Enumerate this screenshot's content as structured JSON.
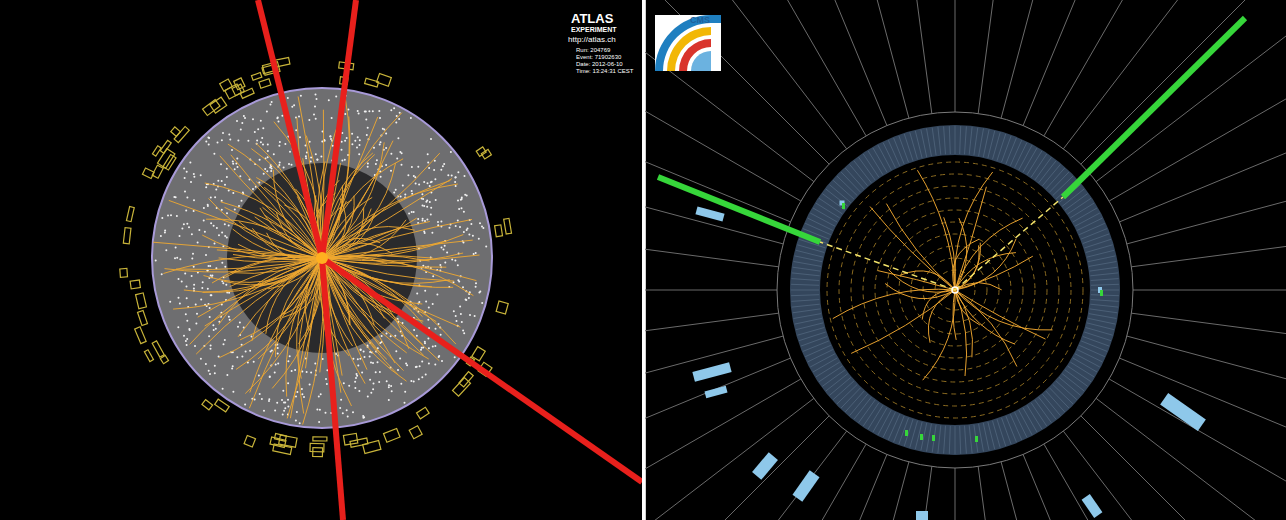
{
  "diagram": {
    "labels": [
      "ATLAS",
      "EXPERIMENT",
      "http://atlas.ch",
      "Run: 204769",
      "Event: 71902630",
      "Date: 2012-06-10",
      "Time: 13:24:31 CEST",
      "CMS"
    ]
  }
}
